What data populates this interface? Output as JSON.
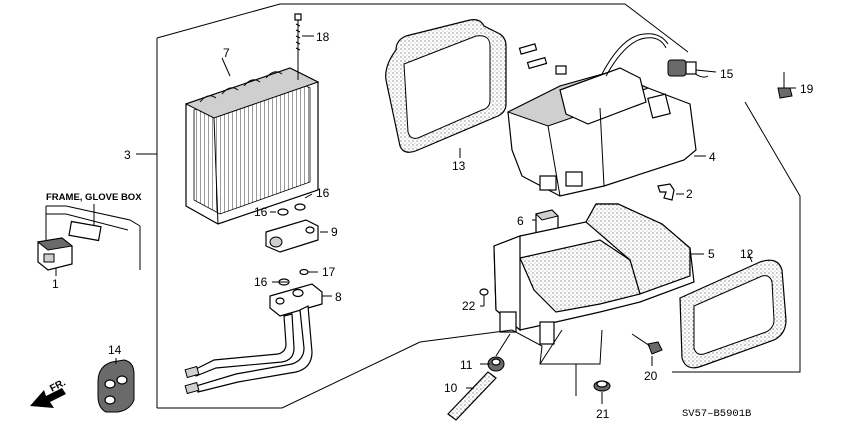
{
  "diagram": {
    "code": "SV57–B5901B",
    "frame_label": "FRAME, GLOVE BOX",
    "direction_label": "FR.",
    "callouts": [
      {
        "id": "c1",
        "text": "1"
      },
      {
        "id": "c2",
        "text": "2"
      },
      {
        "id": "c3",
        "text": "3"
      },
      {
        "id": "c4",
        "text": "4"
      },
      {
        "id": "c5",
        "text": "5"
      },
      {
        "id": "c6",
        "text": "6"
      },
      {
        "id": "c7",
        "text": "7"
      },
      {
        "id": "c8",
        "text": "8"
      },
      {
        "id": "c9",
        "text": "9"
      },
      {
        "id": "c10",
        "text": "10"
      },
      {
        "id": "c11",
        "text": "11"
      },
      {
        "id": "c12",
        "text": "12"
      },
      {
        "id": "c13",
        "text": "13"
      },
      {
        "id": "c14",
        "text": "14"
      },
      {
        "id": "c15",
        "text": "15"
      },
      {
        "id": "c16a",
        "text": "16"
      },
      {
        "id": "c16b",
        "text": "16"
      },
      {
        "id": "c16c",
        "text": "16"
      },
      {
        "id": "c17",
        "text": "17"
      },
      {
        "id": "c18",
        "text": "18"
      },
      {
        "id": "c19",
        "text": "19"
      },
      {
        "id": "c20",
        "text": "20"
      },
      {
        "id": "c21",
        "text": "21"
      },
      {
        "id": "c22",
        "text": "22"
      }
    ]
  }
}
